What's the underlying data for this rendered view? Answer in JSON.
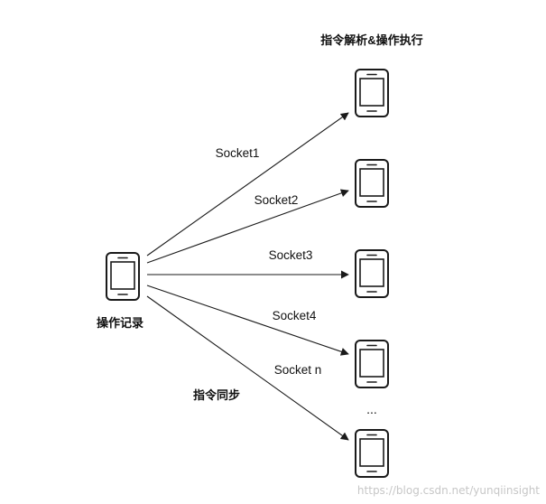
{
  "source": {
    "label": "操作记录",
    "icon": "phone-icon"
  },
  "top_title": "指令解析&操作执行",
  "sync_label": "指令同步",
  "connections": [
    {
      "label": "Socket1"
    },
    {
      "label": "Socket2"
    },
    {
      "label": "Socket3"
    },
    {
      "label": "Socket4"
    },
    {
      "label": "Socket n"
    }
  ],
  "ellipsis": "...",
  "watermark": "https://blog.csdn.net/yunqiinsight",
  "colors": {
    "stroke": "#1a1a1a",
    "background": "#ffffff",
    "watermark": "#c7c7c7"
  }
}
